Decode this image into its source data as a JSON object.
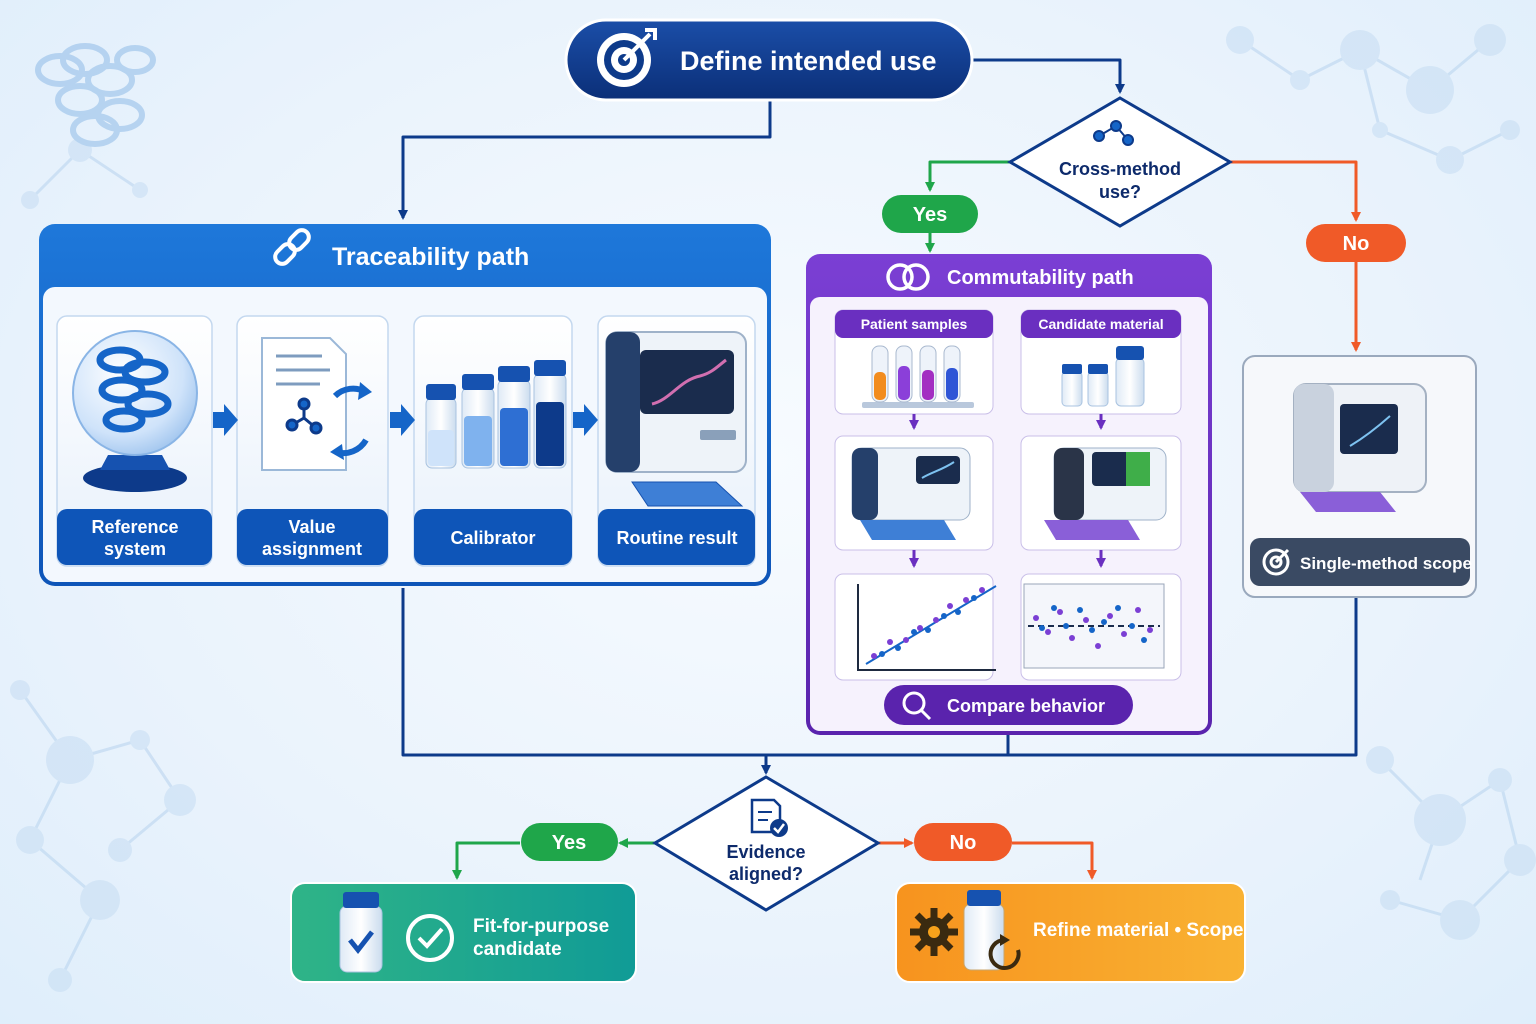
{
  "header": {
    "label": "Define intended use"
  },
  "decision_top": {
    "line1": "Cross-method",
    "line2": "use?",
    "yes": "Yes",
    "no": "No"
  },
  "traceability": {
    "title": "Traceability path",
    "steps": [
      {
        "line1": "Reference",
        "line2": "system"
      },
      {
        "line1": "Value",
        "line2": "assignment"
      },
      {
        "line1": "Calibrator",
        "line2": ""
      },
      {
        "line1": "Routine result",
        "line2": ""
      }
    ]
  },
  "commutability": {
    "title": "Commutability path",
    "patient_label": "Patient samples",
    "candidate_label": "Candidate material",
    "compare_label": "Compare behavior"
  },
  "single_method": {
    "label": "Single-method scope"
  },
  "decision_bottom": {
    "line1": "Evidence",
    "line2": "aligned?",
    "yes": "Yes",
    "no": "No"
  },
  "outcome_yes": {
    "line1": "Fit-for-purpose",
    "line2": "candidate"
  },
  "outcome_no": {
    "label": "Refine material • Scope"
  },
  "colors": {
    "navy": "#0d3a8a",
    "blue": "#1565c8",
    "purple": "#6a2fc0",
    "green": "#1fa64a",
    "red": "#f05a28",
    "teal": "#1aa58f",
    "orange": "#f7a21b",
    "slate": "#3a4a63"
  }
}
